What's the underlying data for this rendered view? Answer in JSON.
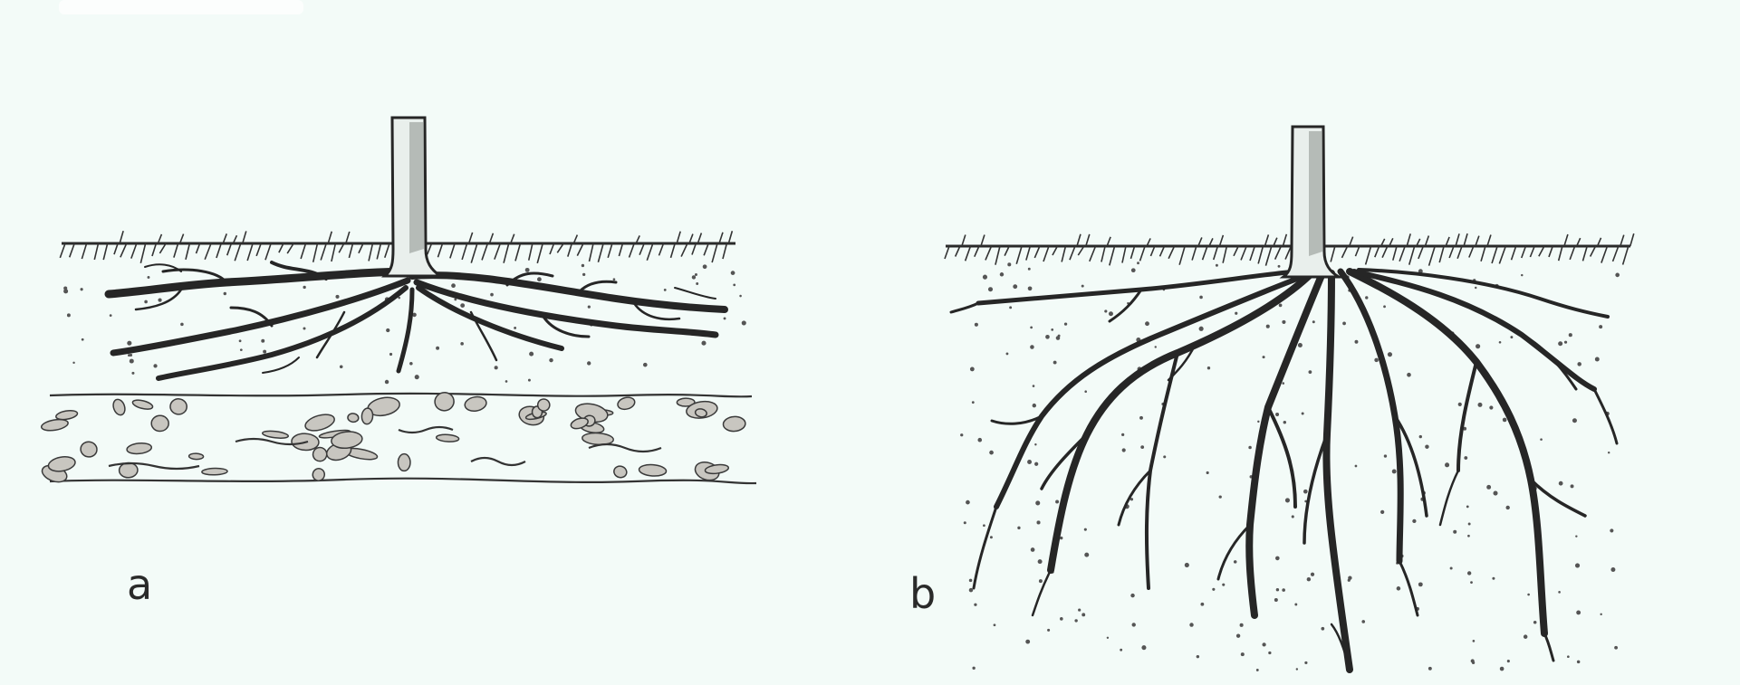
{
  "panels": [
    {
      "id": "a",
      "label": "a"
    },
    {
      "id": "b",
      "label": "b"
    }
  ],
  "colors": {
    "background": "#f3fbf8",
    "ink": "#262626",
    "stone": "#c8c6c0"
  }
}
